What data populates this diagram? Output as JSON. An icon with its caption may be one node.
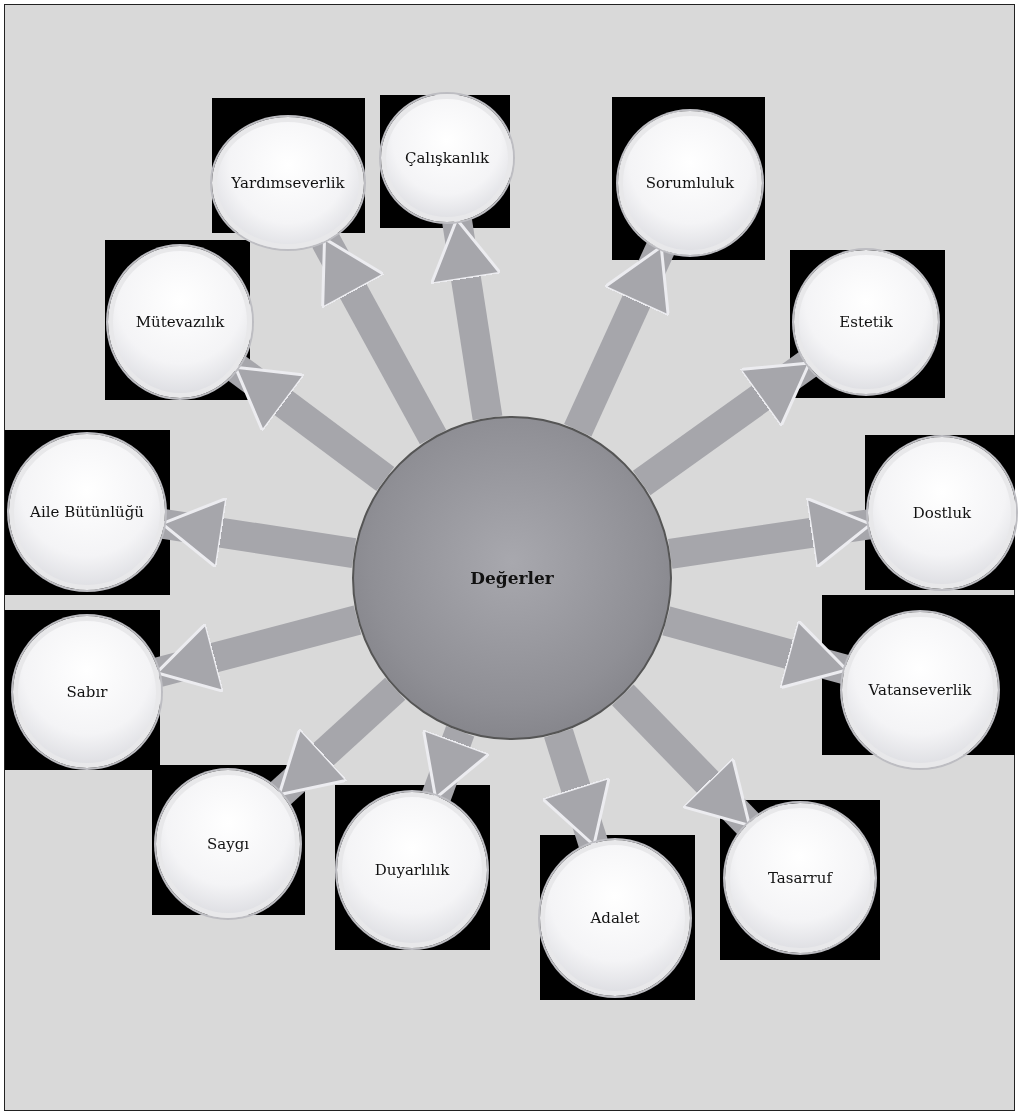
{
  "diagram": {
    "nodes": [
      {
        "text": [
          "Değerler"
        ]
      },
      {
        "text": [
          "Yardımseverlik"
        ]
      },
      {
        "text": [
          "Çalışkanlık"
        ]
      },
      {
        "text": [
          "Sorumluluk"
        ]
      },
      {
        "text": [
          "Estetik"
        ]
      },
      {
        "text": [
          "Dostluk"
        ]
      },
      {
        "text": [
          "Vatanseverlik"
        ]
      },
      {
        "text": [
          "Tasarruf"
        ]
      },
      {
        "text": [
          "Adalet"
        ]
      },
      {
        "text": [
          "Duyarlılık"
        ]
      },
      {
        "text": [
          "Saygı"
        ]
      },
      {
        "text": [
          "Sabır"
        ]
      },
      {
        "text": [
          "Aile Bütünlüğü"
        ]
      },
      {
        "text": [
          "Mütevazılık"
        ]
      }
    ],
    "edges": [
      {
        "from": 0,
        "to": 1,
        "arrow": "to"
      },
      {
        "from": 0,
        "to": 2,
        "arrow": "to"
      },
      {
        "from": 0,
        "to": 3,
        "arrow": "to"
      },
      {
        "from": 0,
        "to": 4,
        "arrow": "to"
      },
      {
        "from": 0,
        "to": 5,
        "arrow": "to"
      },
      {
        "from": 0,
        "to": 6,
        "arrow": "to"
      },
      {
        "from": 0,
        "to": 7,
        "arrow": "to"
      },
      {
        "from": 0,
        "to": 8,
        "arrow": "to"
      },
      {
        "from": 0,
        "to": 9,
        "arrow": "to"
      },
      {
        "from": 0,
        "to": 10,
        "arrow": "to"
      },
      {
        "from": 0,
        "to": 11,
        "arrow": "to"
      },
      {
        "from": 0,
        "to": 12,
        "arrow": "to"
      },
      {
        "from": 0,
        "to": 13,
        "arrow": "to"
      }
    ]
  }
}
